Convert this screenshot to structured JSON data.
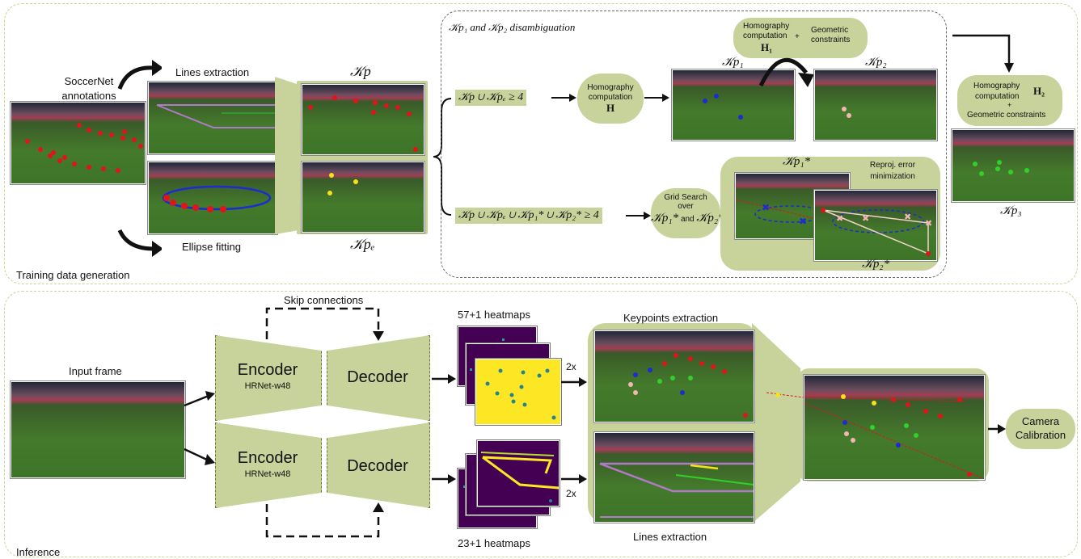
{
  "top": {
    "section_label": "Training data generation",
    "annotations": "SoccerNet\nannotations",
    "lines_extraction": "Lines extraction",
    "ellipse_fitting": "Ellipse fitting",
    "kp": "𝒦p",
    "kpe": "𝒦pₑ",
    "disambig": "𝒦p₁ and 𝒦p₂ disambiguation",
    "cond1": "𝒦p ∪ 𝒦pₑ ≥ 4",
    "cond2": "𝒦p ∪ 𝒦pₑ ∪ 𝒦p₁* ∪ 𝒦p₂* ≥ 4",
    "homography_H": {
      "line1": "Homography",
      "line2": "computation",
      "sym": "H"
    },
    "homography_H1": {
      "line1": "Homography",
      "line2": "computation",
      "plus": "+",
      "sym": "H₁",
      "geo1": "Geometric",
      "geo2": "constraints"
    },
    "kp1": "𝒦p₁",
    "kp2": "𝒦p₂",
    "grid_search": {
      "line1": "Grid Search",
      "line2": "over",
      "kp1s": "𝒦p₁*",
      "and": "and",
      "kp2s": "𝒦p₂*"
    },
    "kp1_star": "𝒦p₁*",
    "kp2_star": "𝒦p₂*",
    "reproj": {
      "line1": "Reproj. error",
      "line2": "minimization"
    },
    "homography_H2": {
      "line1": "Homography",
      "line2": "computation",
      "sym": "H₂",
      "plus": "+",
      "geo": "Geometric constraints"
    },
    "kp3": "𝒦p₃"
  },
  "bottom": {
    "section_label": "Inference",
    "input_frame": "Input frame",
    "skip_connections": "Skip connections",
    "encoder1": {
      "title": "Encoder",
      "sub": "HRNet-w48"
    },
    "decoder1": {
      "title": "Decoder"
    },
    "encoder2": {
      "title": "Encoder",
      "sub": "HRNet-w48"
    },
    "decoder2": {
      "title": "Decoder"
    },
    "heatmaps1": "57+1 heatmaps",
    "heatmaps2": "23+1 heatmaps",
    "x2_top": "2x",
    "x2_bottom": "2x",
    "keypoints_extraction": "Keypoints extraction",
    "lines_extraction": "Lines extraction",
    "camera_calibration": {
      "line1": "Camera",
      "line2": "Calibration"
    }
  },
  "colors": {
    "green_box": "#c7d39b",
    "panel_border": "#c9d39a",
    "heatmap_bg": "#440154",
    "heatmap_yellow": "#fde725",
    "keypoint_red": "#e0141a",
    "keypoint_blue": "#1a2dd0",
    "keypoint_green": "#32d02a",
    "keypoint_pink": "#f2b7b2",
    "keypoint_yellow": "#f5e21a"
  }
}
